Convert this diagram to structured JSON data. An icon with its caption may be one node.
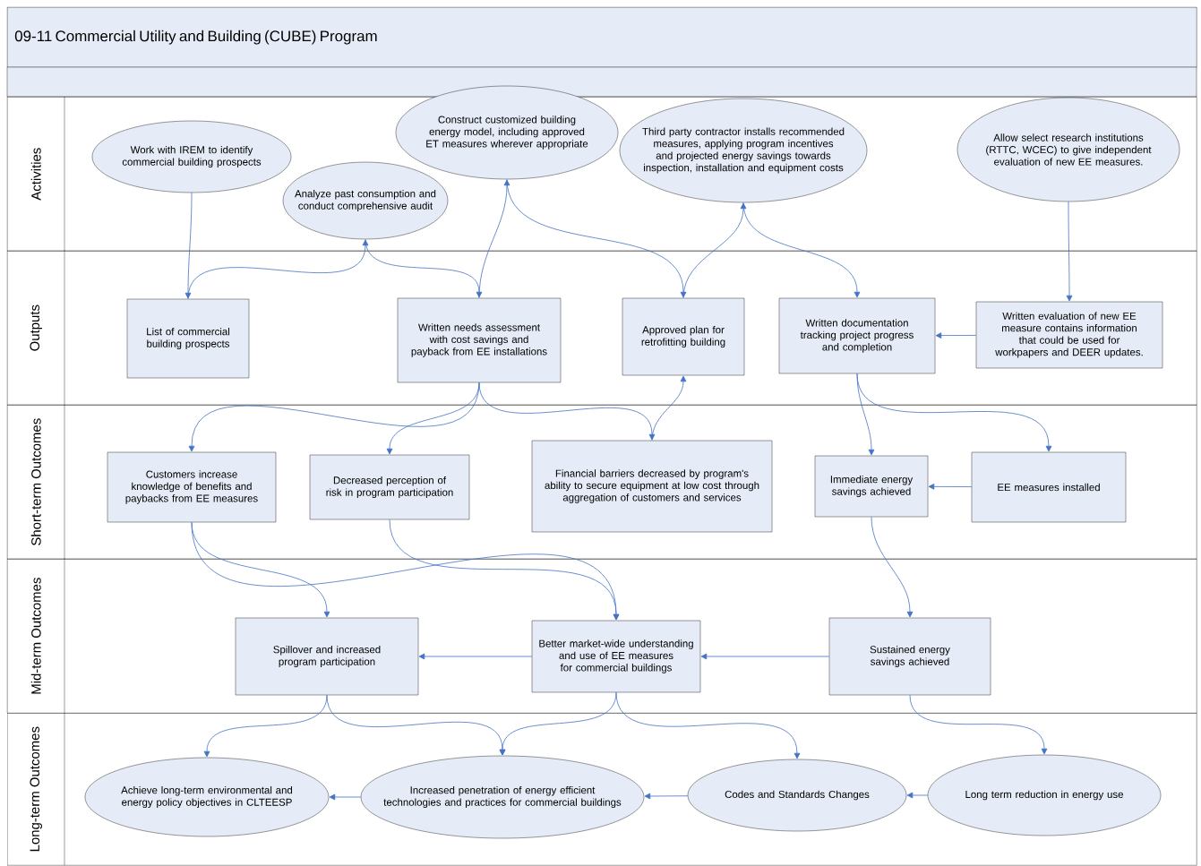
{
  "diagram": {
    "title": "09-11 Commercial Utility and Building (CUBE) Program",
    "nodes": [
      {
        "text": [
          "Activities"
        ]
      },
      {
        "text": [
          "Outputs"
        ]
      },
      {
        "text": [
          "Short-term Outcomes"
        ]
      },
      {
        "text": [
          "Mid-term Outcomes"
        ]
      },
      {
        "text": [
          "Long-term Outcomes"
        ]
      },
      {
        "text": [
          "Work with IREM to identify commercial building prospects"
        ],
        "in": 0
      },
      {
        "text": [
          "Analyze past consumption and conduct comprehensive audit"
        ],
        "in": 0
      },
      {
        "text": [
          "Construct customized building energy model, including approved ET measures wherever appropriate"
        ],
        "in": 0
      },
      {
        "text": [
          "Third party contractor installs recommended measures, applying program incentives and projected energy savings towards inspection, installation and equipment costs"
        ],
        "in": 0
      },
      {
        "text": [
          "Allow select research institutions (RTTC, WCEC) to give independent evaluation of new EE measures."
        ],
        "in": 0
      },
      {
        "text": [
          "List of commercial building prospects"
        ],
        "in": 1
      },
      {
        "text": [
          "Written needs assessment with cost savings and payback from EE installations"
        ],
        "in": 1
      },
      {
        "text": [
          "Approved plan for retrofitting building"
        ],
        "in": 1
      },
      {
        "text": [
          "Written documentation tracking project progress and completion"
        ],
        "in": 1
      },
      {
        "text": [
          "Written evaluation of new EE measure contains information that could be used for workpapers and DEER updates."
        ],
        "in": 1
      },
      {
        "text": [
          "Customers increase knowledge of benefits and paybacks from EE measures"
        ],
        "in": 2
      },
      {
        "text": [
          "Decreased perception of risk in program participation"
        ],
        "in": 2
      },
      {
        "text": [
          "Financial barriers decreased by program's ability to secure equipment at low cost through aggregation of customers and services"
        ],
        "in": 2
      },
      {
        "text": [
          "Immediate energy savings achieved"
        ],
        "in": 2
      },
      {
        "text": [
          "EE measures installed"
        ],
        "in": 2
      },
      {
        "text": [
          "Spillover and increased program participation"
        ],
        "in": 3
      },
      {
        "text": [
          "Better market-wide understanding and use of EE measures for commercial buildings"
        ],
        "in": 3
      },
      {
        "text": [
          "Sustained energy savings achieved"
        ],
        "in": 3
      },
      {
        "text": [
          "Achieve long-term environmental and energy policy objectives in CLTEESP"
        ],
        "in": 4
      },
      {
        "text": [
          "Increased penetration of energy efficient technologies and practices for commercial buildings"
        ],
        "in": 4
      },
      {
        "text": [
          "Codes and Standards Changes"
        ],
        "in": 4
      },
      {
        "text": [
          "Long term reduction in energy use"
        ],
        "in": 4
      }
    ],
    "edges": [
      {
        "from": 5,
        "to": 10,
        "arrow": "to"
      },
      {
        "from": 10,
        "to": 6,
        "arrow": "to"
      },
      {
        "from": 6,
        "to": 11,
        "arrow": "to"
      },
      {
        "from": 11,
        "to": 7,
        "arrow": "to"
      },
      {
        "from": 7,
        "to": 12,
        "arrow": "to"
      },
      {
        "from": 12,
        "to": 8,
        "arrow": "to"
      },
      {
        "from": 8,
        "to": 13,
        "arrow": "to"
      },
      {
        "from": 9,
        "to": 14,
        "arrow": "to"
      },
      {
        "from": 14,
        "to": 13,
        "arrow": "to"
      },
      {
        "from": 11,
        "to": 15,
        "arrow": "to"
      },
      {
        "from": 11,
        "to": 16,
        "arrow": "to"
      },
      {
        "from": 11,
        "to": 17,
        "arrow": "to"
      },
      {
        "from": 17,
        "to": 12,
        "arrow": "to"
      },
      {
        "from": 13,
        "to": 18,
        "arrow": "to"
      },
      {
        "from": 13,
        "to": 19,
        "arrow": "to"
      },
      {
        "from": 19,
        "to": 18,
        "arrow": "to"
      },
      {
        "from": 15,
        "to": 20,
        "arrow": "to"
      },
      {
        "from": 15,
        "to": 21,
        "arrow": "to"
      },
      {
        "from": 16,
        "to": 21,
        "arrow": "to"
      },
      {
        "from": 18,
        "to": 22,
        "arrow": "to"
      },
      {
        "from": 22,
        "to": 21,
        "arrow": "to"
      },
      {
        "from": 21,
        "to": 20,
        "arrow": "to"
      },
      {
        "from": 20,
        "to": 23,
        "arrow": "to"
      },
      {
        "from": 20,
        "to": 24,
        "arrow": "to"
      },
      {
        "from": 21,
        "to": 24,
        "arrow": "to"
      },
      {
        "from": 21,
        "to": 25,
        "arrow": "to"
      },
      {
        "from": 22,
        "to": 26,
        "arrow": "to"
      },
      {
        "from": 26,
        "to": 25,
        "arrow": "to"
      },
      {
        "from": 25,
        "to": 24,
        "arrow": "to"
      },
      {
        "from": 24,
        "to": 23,
        "arrow": "to"
      }
    ]
  }
}
